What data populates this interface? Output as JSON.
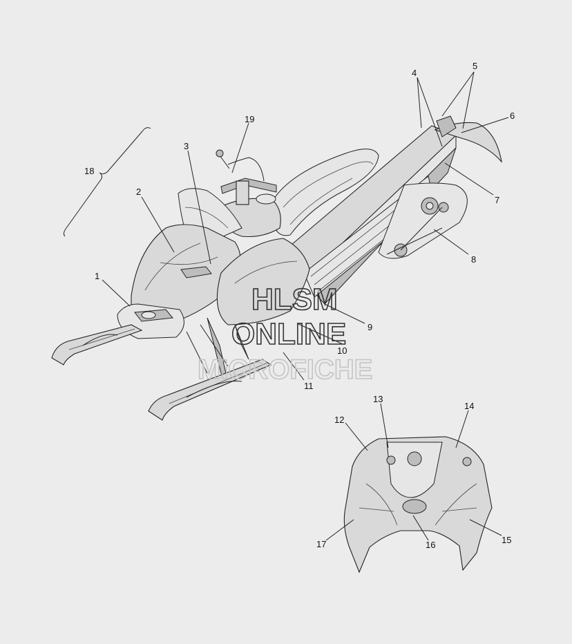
{
  "callouts": [
    {
      "id": "1",
      "label": "1"
    },
    {
      "id": "2",
      "label": "2"
    },
    {
      "id": "3",
      "label": "3"
    },
    {
      "id": "4",
      "label": "4"
    },
    {
      "id": "5",
      "label": "5"
    },
    {
      "id": "6",
      "label": "6"
    },
    {
      "id": "7",
      "label": "7"
    },
    {
      "id": "8",
      "label": "8"
    },
    {
      "id": "9",
      "label": "9"
    },
    {
      "id": "10",
      "label": "10"
    },
    {
      "id": "11",
      "label": "11"
    },
    {
      "id": "12",
      "label": "12"
    },
    {
      "id": "13",
      "label": "13"
    },
    {
      "id": "14",
      "label": "14"
    },
    {
      "id": "15",
      "label": "15"
    },
    {
      "id": "16",
      "label": "16"
    },
    {
      "id": "17",
      "label": "17"
    },
    {
      "id": "18",
      "label": "18"
    },
    {
      "id": "19",
      "label": "19"
    }
  ],
  "watermark": {
    "line1": "HLSM",
    "line2": "ONLINE",
    "line3": "MICROFICHE"
  },
  "colors": {
    "background": "#ececec",
    "line": "#222222",
    "fill": "#d9d9d9"
  }
}
